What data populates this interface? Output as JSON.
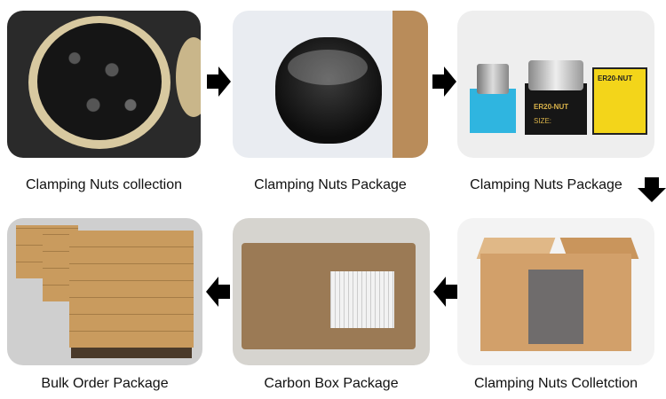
{
  "steps": [
    {
      "caption": "Clamping Nuts collection",
      "image": "pile of black clamping nuts in a basket"
    },
    {
      "caption": "Clamping Nuts Package",
      "image": "black nut sealed in clear plastic bag"
    },
    {
      "caption": "Clamping Nuts Package",
      "image": "nuts on retail boxes",
      "box_labels": [
        "ER20-NUT",
        "SIZE:",
        "ER20-NUT"
      ]
    },
    {
      "caption": "Clamping Nuts Colletction",
      "image": "open corrugated carton"
    },
    {
      "caption": "Carbon Box Package",
      "image": "taped carton with packing list label"
    },
    {
      "caption": "Bulk Order Package",
      "image": "palletized cartons in warehouse"
    }
  ],
  "arrows": [
    "arrow-right",
    "arrow-right",
    "arrow-down",
    "arrow-left",
    "arrow-left"
  ],
  "colors": {
    "arrow": "#000000",
    "text": "#111111",
    "box_blue": "#2fb5e0",
    "box_yellow": "#f3d51a"
  }
}
